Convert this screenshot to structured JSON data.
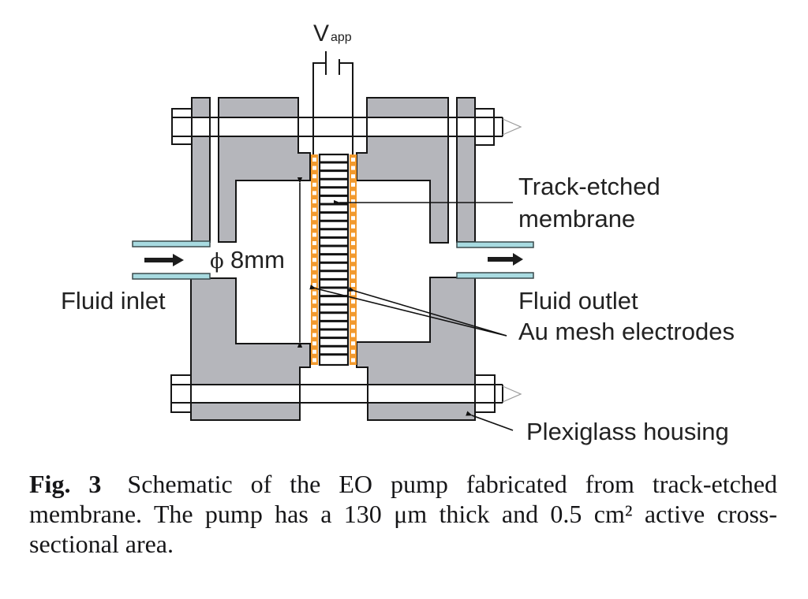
{
  "figure": {
    "voltage": {
      "symbol": "V",
      "subscript": "app"
    },
    "diameter": {
      "symbol": "ϕ",
      "value": "8mm"
    },
    "labels": {
      "track_etched": [
        "Track-etched",
        "membrane"
      ],
      "fluid_inlet": "Fluid inlet",
      "fluid_outlet": "Fluid outlet",
      "au_mesh_electrodes": "Au mesh electrodes",
      "plexiglass_housing": "Plexiglass housing"
    },
    "colors": {
      "housing": "#b5b6bb",
      "electrode": "#f29a2e",
      "tubing": "#a8dbe1",
      "flow_arrow": "#1c1c1c"
    }
  },
  "caption": {
    "label": "Fig. 3",
    "lines": [
      "Schematic of the EO pump fabricated from track-etched",
      "membrane. The pump has a 130 μm thick and 0.5 cm² active cross-",
      "sectional area."
    ]
  }
}
